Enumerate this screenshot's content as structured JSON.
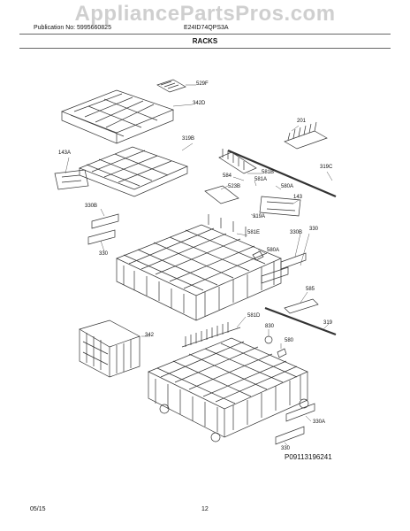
{
  "watermark": "AppliancePartsPros.com",
  "header": {
    "publication": "Publication No: 5995660825",
    "model": "E24ID74QPS3A",
    "section_title": "RACKS"
  },
  "callouts": {
    "c529F": "529F",
    "c342D": "342D",
    "c319B": "319B",
    "c201": "201",
    "c143A": "143A",
    "c584": "584",
    "c581B": "581B",
    "c581A": "581A",
    "c580A_top": "580A",
    "c523B": "523B",
    "c319C": "319C",
    "c143": "143",
    "c330B_left": "330B",
    "c319A": "319A",
    "c581E": "581E",
    "c330B_right": "330B",
    "c330_right": "330",
    "c330_left": "330",
    "c580A_mid": "580A",
    "c585": "585",
    "c581D": "581D",
    "c319": "319",
    "c342": "342",
    "c830": "830",
    "c580": "580",
    "c330A": "330A",
    "c330_bottom": "330"
  },
  "figure_id": "P09113196241",
  "footer": {
    "date": "05/15",
    "page": "12"
  }
}
